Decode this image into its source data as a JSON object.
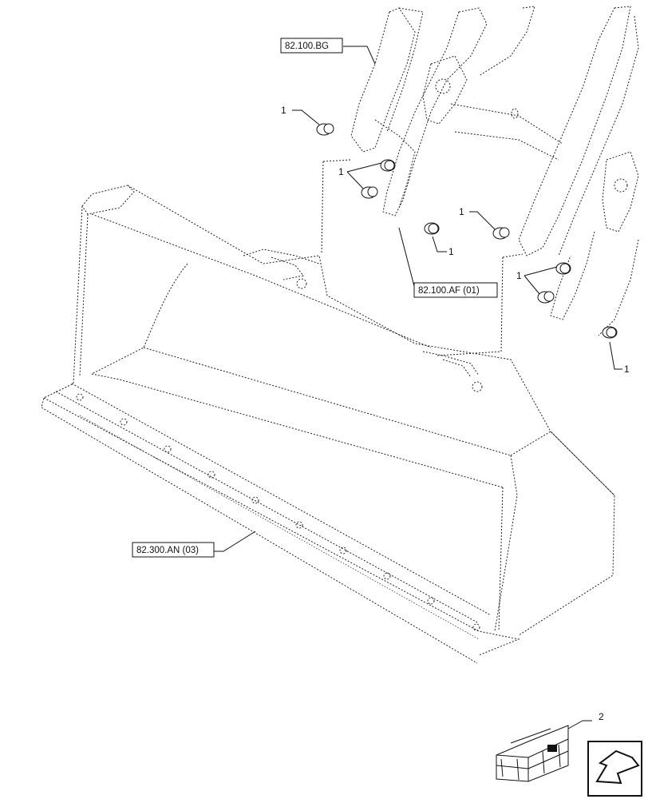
{
  "references": {
    "arm_ref": "82.100.BG",
    "linkage_ref": "82.100.AF (01)",
    "bucket_ref": "82.300.AN (03)"
  },
  "callouts": {
    "bushing": "1",
    "crate": "2"
  },
  "icons": {
    "navigation": "arrow-left-down-icon",
    "crate": "wooden-crate-icon",
    "bushing": "bushing-icon"
  }
}
